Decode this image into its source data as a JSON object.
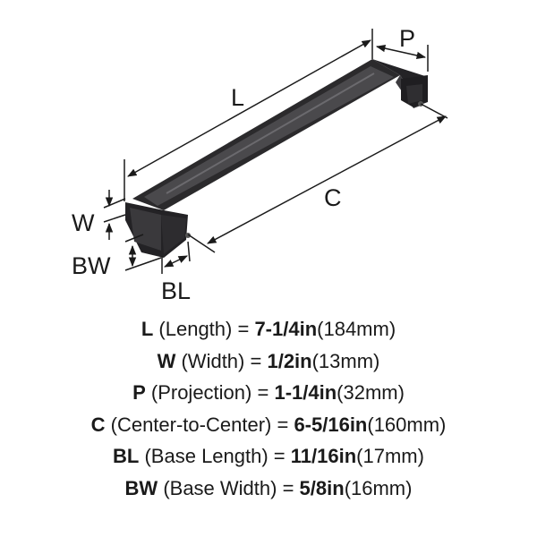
{
  "diagram": {
    "labels": {
      "L": "L",
      "P": "P",
      "C": "C",
      "W": "W",
      "BW": "BW",
      "BL": "BL"
    },
    "finish_color": "#2b2a2c"
  },
  "specs": [
    {
      "code": "L",
      "name": "(Length) =",
      "imperial": "7-1/4in",
      "metric": "(184mm)"
    },
    {
      "code": "W",
      "name": "(Width) =",
      "imperial": "1/2in",
      "metric": "(13mm)"
    },
    {
      "code": "P",
      "name": "(Projection) =",
      "imperial": "1-1/4in",
      "metric": "(32mm)"
    },
    {
      "code": "C",
      "name": "(Center-to-Center) =",
      "imperial": "6-5/16in",
      "metric": "(160mm)"
    },
    {
      "code": "BL",
      "name": "(Base Length) =",
      "imperial": "11/16in",
      "metric": "(17mm)"
    },
    {
      "code": "BW",
      "name": "(Base Width) =",
      "imperial": "5/8in",
      "metric": "(16mm)"
    }
  ]
}
